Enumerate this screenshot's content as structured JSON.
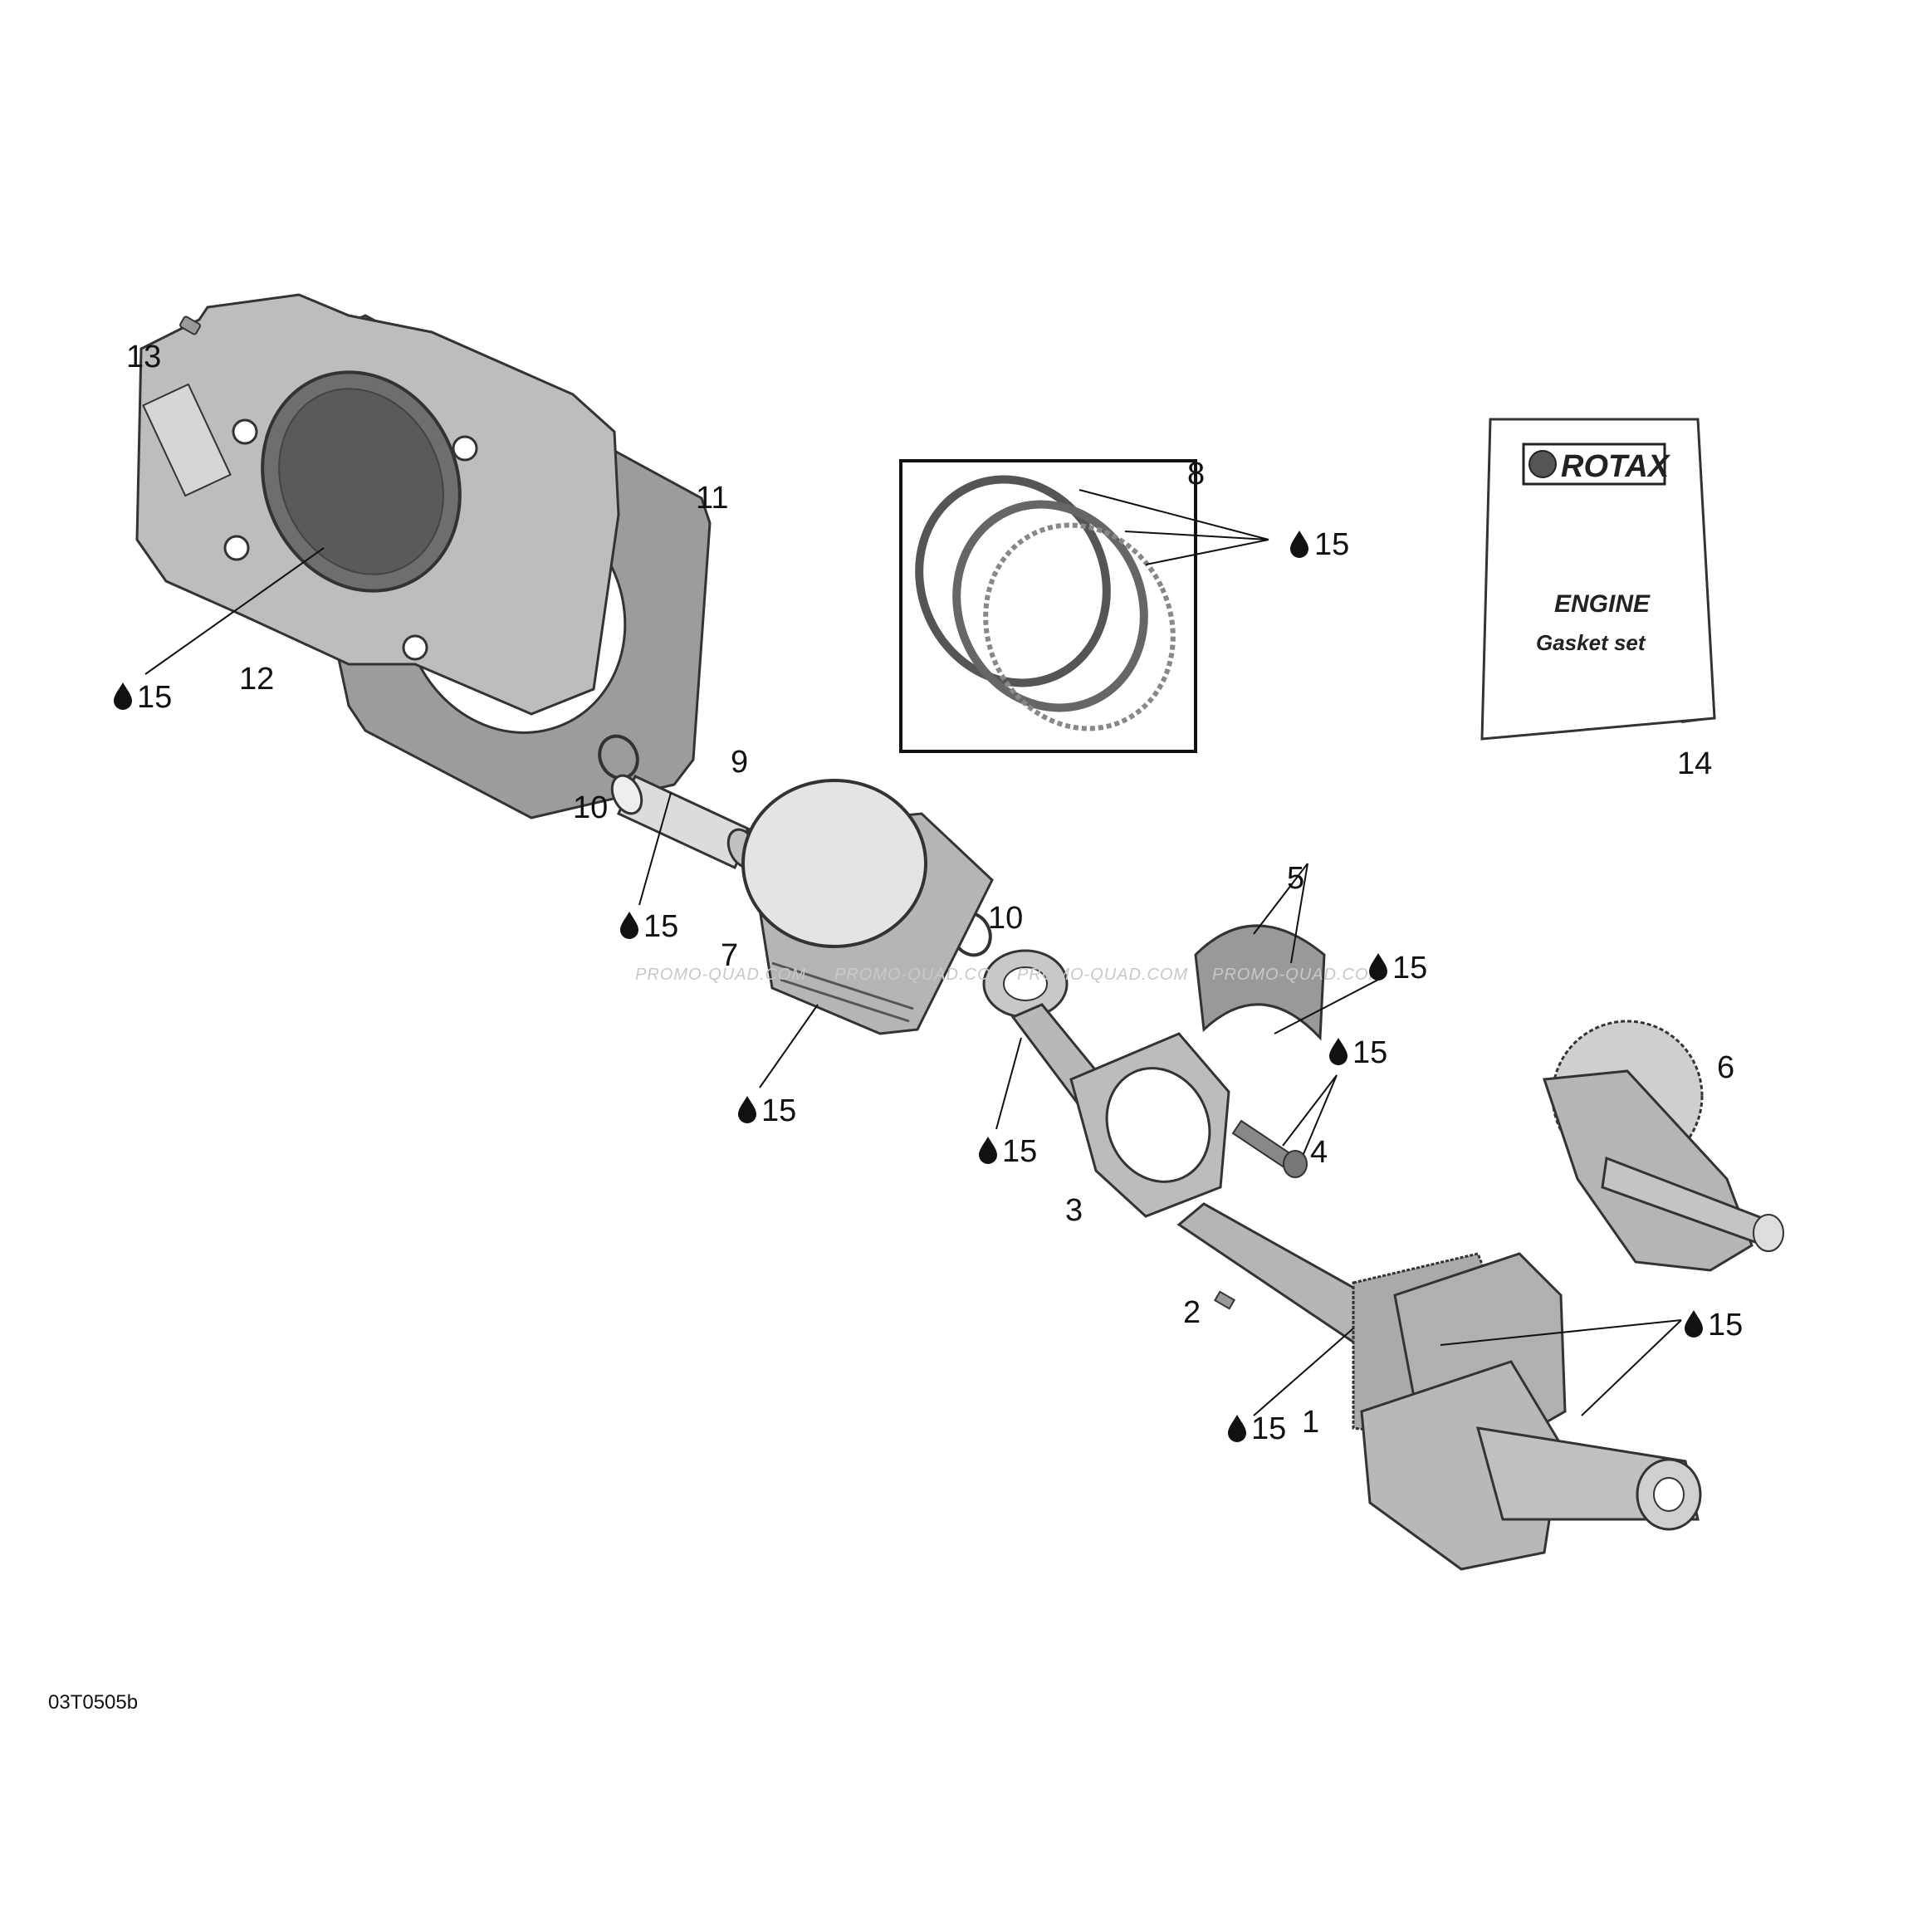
{
  "diagram_code": "03T0505b",
  "watermark": "PROMO-QUAD.COM",
  "callouts": [
    {
      "id": "c1",
      "label": "1"
    },
    {
      "id": "c2",
      "label": "2"
    },
    {
      "id": "c3",
      "label": "3"
    },
    {
      "id": "c4",
      "label": "4"
    },
    {
      "id": "c5",
      "label": "5"
    },
    {
      "id": "c6",
      "label": "6"
    },
    {
      "id": "c7",
      "label": "7"
    },
    {
      "id": "c8",
      "label": "8"
    },
    {
      "id": "c9",
      "label": "9"
    },
    {
      "id": "c10a",
      "label": "10"
    },
    {
      "id": "c10b",
      "label": "10"
    },
    {
      "id": "c11",
      "label": "11"
    },
    {
      "id": "c12",
      "label": "12"
    },
    {
      "id": "c13",
      "label": "13"
    },
    {
      "id": "c14",
      "label": "14"
    }
  ],
  "lube_callouts": [
    {
      "id": "l-cyl",
      "label": "15"
    },
    {
      "id": "l-rings",
      "label": "15"
    },
    {
      "id": "l-pin",
      "label": "15"
    },
    {
      "id": "l-piston",
      "label": "15"
    },
    {
      "id": "l-bearing",
      "label": "15"
    },
    {
      "id": "l-bolt",
      "label": "15"
    },
    {
      "id": "l-rod",
      "label": "15"
    },
    {
      "id": "l-crank",
      "label": "15"
    },
    {
      "id": "l-gear",
      "label": "15"
    }
  ],
  "gasket_book": {
    "brand": "ROTAX",
    "title": "ENGINE",
    "subtitle": "Gasket set"
  }
}
